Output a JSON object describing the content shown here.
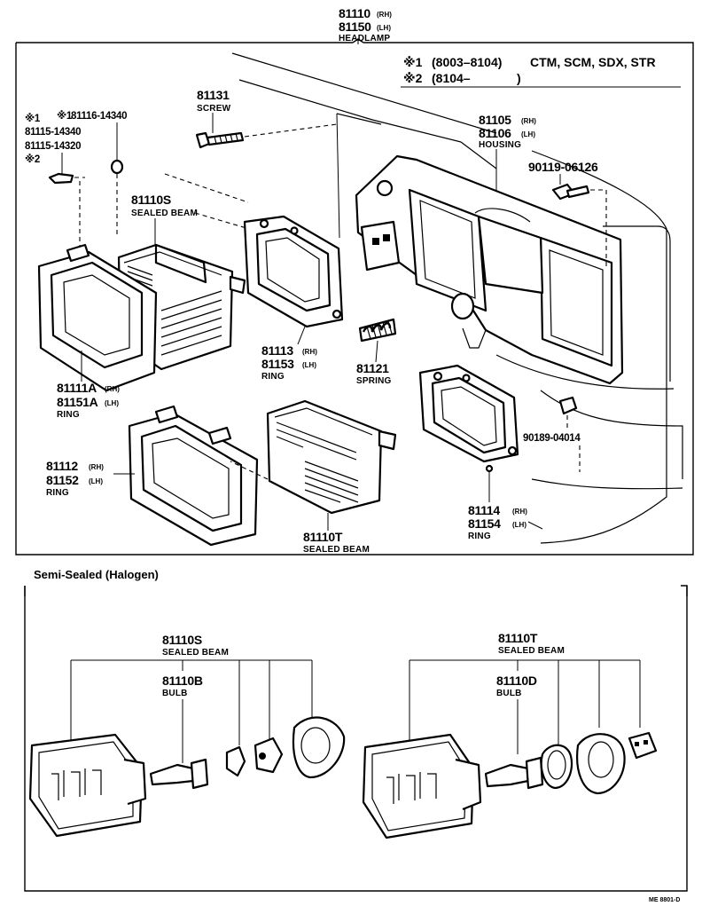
{
  "top_callout": {
    "pn_rh": "81110",
    "sfx_rh": "(RH)",
    "pn_lh": "81150",
    "sfx_lh": "(LH)",
    "desc": "HEADLAMP"
  },
  "notes": {
    "n1_mark": "※1",
    "n1_range": "(8003–8104)",
    "n1_models": "CTM, SCM, SDX, STR",
    "n2_mark": "※2",
    "n2_range": "(8104–",
    "n2_close": ")"
  },
  "screw": {
    "pn": "81131",
    "desc": "SCREW"
  },
  "left_notes": {
    "mark1": "※1",
    "mark1b": "※1",
    "pn_a": "81116-14340",
    "pn_b": "81115-14340",
    "pn_c": "81115-14320",
    "mark2": "※2"
  },
  "sealed_s_top": {
    "pn": "81110S",
    "desc": "SEALED BEAM"
  },
  "housing": {
    "pn_rh": "81105",
    "sfx_rh": "(RH)",
    "pn_lh": "81106",
    "sfx_lh": "(LH)",
    "desc": "HOUSING"
  },
  "bolt": {
    "pn": "90119-06126"
  },
  "ring_113": {
    "pn_rh": "81113",
    "sfx_rh": "(RH)",
    "pn_lh": "81153",
    "sfx_lh": "(LH)",
    "desc": "RING"
  },
  "spring": {
    "pn": "81121",
    "desc": "SPRING"
  },
  "ring_111": {
    "pn_rh": "81111A",
    "sfx_rh": "(RH)",
    "pn_lh": "81151A",
    "sfx_lh": "(LH)",
    "desc": "RING"
  },
  "nut": {
    "pn": "90189-04014"
  },
  "ring_112": {
    "pn_rh": "81112",
    "sfx_rh": "(RH)",
    "pn_lh": "81152",
    "sfx_lh": "(LH)",
    "desc": "RING"
  },
  "ring_114": {
    "pn_rh": "81114",
    "sfx_rh": "(RH)",
    "pn_lh": "81154",
    "sfx_lh": "(LH)",
    "desc": "RING"
  },
  "sealed_t_top": {
    "pn": "81110T",
    "desc": "SEALED BEAM"
  },
  "section": {
    "title": "Semi-Sealed (Halogen)"
  },
  "semi_left": {
    "pn": "81110S",
    "desc": "SEALED BEAM",
    "bulb_pn": "81110B",
    "bulb_desc": "BULB"
  },
  "semi_right": {
    "pn": "81110T",
    "desc": "SEALED BEAM",
    "bulb_pn": "81110D",
    "bulb_desc": "BULB"
  },
  "footer_code": "ME  8801-D"
}
